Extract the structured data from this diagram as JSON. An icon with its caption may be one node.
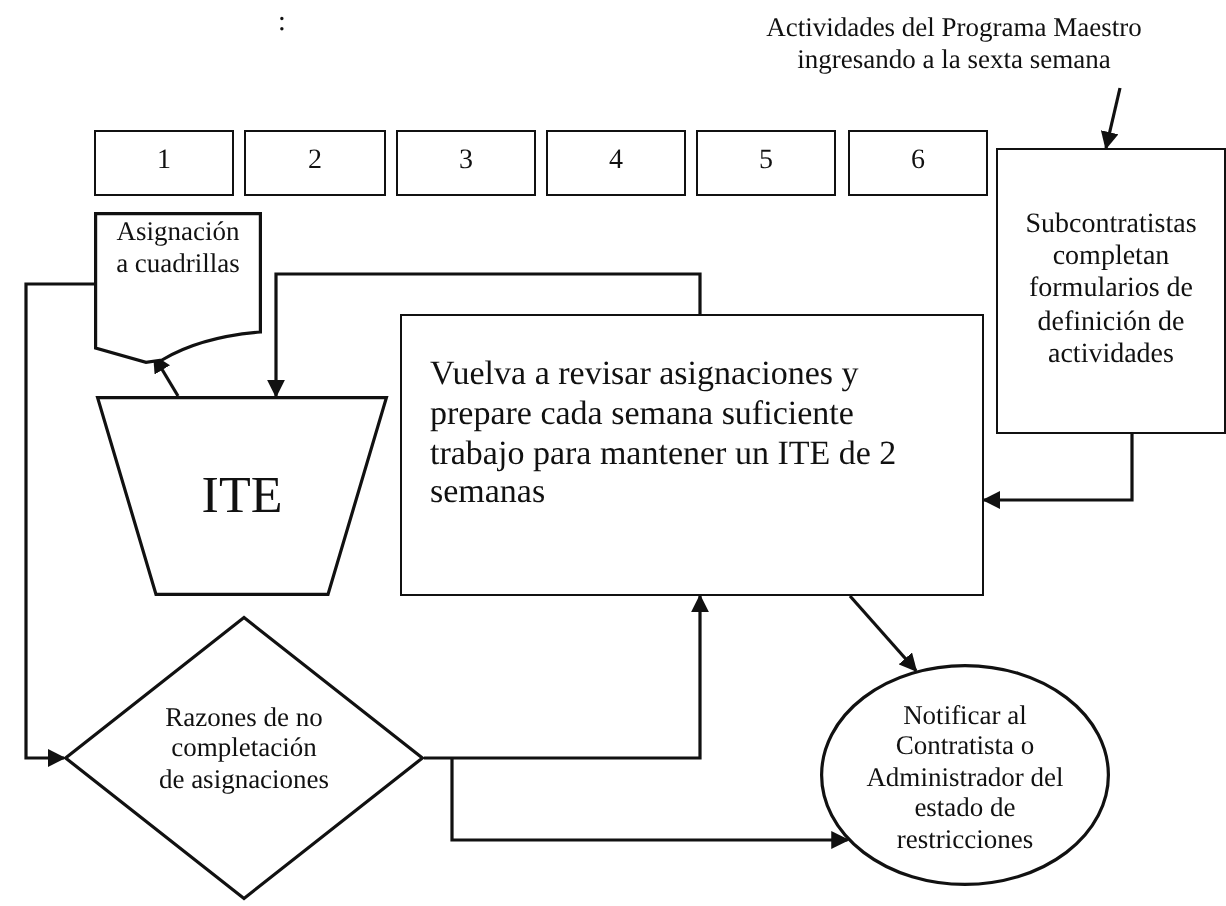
{
  "diagram": {
    "nodes": [
      {
        "text": [
          "1"
        ]
      },
      {
        "text": [
          "2"
        ]
      },
      {
        "text": [
          "3"
        ]
      },
      {
        "text": [
          "4"
        ]
      },
      {
        "text": [
          "5"
        ]
      },
      {
        "text": [
          "6"
        ]
      },
      {
        "text": [
          "Actividades del Programa Maestro ingresando a la sexta semana"
        ]
      },
      {
        "text": [
          "Subcontratistas completan formularios de definición de actividades"
        ]
      },
      {
        "text": [
          "Asignación a cuadrillas"
        ]
      },
      {
        "text": [
          "ITE"
        ]
      },
      {
        "text": [
          "Vuelva a revisar asignaciones y prepare cada semana suficiente trabajo para mantener un ITE de 2 semanas"
        ]
      },
      {
        "text": [
          "Razones de no completación de asignaciones"
        ]
      },
      {
        "text": [
          "Notificar al Contratista o Administrador del estado de restricciones"
        ]
      }
    ],
    "edges": [
      {
        "from": 6,
        "to": 7,
        "arrow": "to"
      },
      {
        "from": 7,
        "to": 10,
        "arrow": "to"
      },
      {
        "from": 9,
        "to": 8,
        "arrow": "to"
      },
      {
        "from": 10,
        "to": 9,
        "arrow": "to"
      },
      {
        "from": 8,
        "to": 11,
        "arrow": "to"
      },
      {
        "from": 11,
        "to": 10,
        "arrow": "to"
      },
      {
        "from": 11,
        "to": 12,
        "arrow": "to"
      },
      {
        "from": 10,
        "to": 12,
        "arrow": "to"
      }
    ],
    "labels": [
      ":"
    ]
  }
}
